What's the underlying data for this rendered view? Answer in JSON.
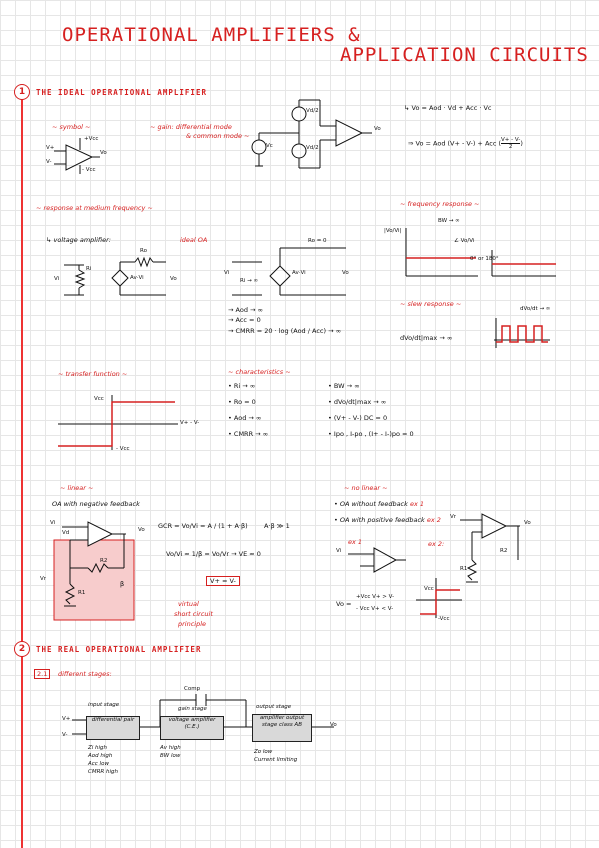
{
  "title": {
    "line1": "OPERATIONAL AMPLIFIERS &",
    "line2": "APPLICATION CIRCUITS"
  },
  "section1": {
    "num": "1",
    "title": "THE IDEAL OPERATIONAL AMPLIFIER"
  },
  "section2": {
    "num": "2",
    "title": "THE REAL OPERATIONAL AMPLIFIER"
  },
  "symbol": {
    "heading": "~ symbol ~",
    "vcc_pos": "+Vcc",
    "vcc_neg": "- Vcc",
    "vp": "V+",
    "vn": "V-",
    "vo": "Vo"
  },
  "gain": {
    "heading": "~ gain: differential mode",
    "heading2": "& common mode ~",
    "vd": "Vd/2",
    "vd2": "Vd/2",
    "vc": "Vc",
    "vo": "Vo",
    "eq1": "↳ Vo = Aod · Vd + Acc · Vc",
    "eq2": "⇒ Vo = Aod (V+ - V-) + Acc (",
    "eq2b": "V+ - V-",
    "eq2c": "2",
    "eq2d": ")"
  },
  "response": {
    "heading": "~ response at medium frequency ~",
    "va": "↳ voltage amplifier:",
    "ro": "Ro",
    "ri": "Ri",
    "avi": "Av·Vi",
    "vi": "Vi",
    "vo": "Vo",
    "ideal": "ideal OA",
    "ro0": "Ro = 0",
    "riinf": "Ri → ∞",
    "avi2": "Av·Vi",
    "vi2": "Vi",
    "vo2": "Vo",
    "l1": "→ Aod → ∞",
    "l2": "→ Acc = 0",
    "l3": "→ CMRR = 20 · log (Aod / Acc) → ∞"
  },
  "freq": {
    "heading": "~ frequency response ~",
    "bw": "BW → ∞",
    "mag": "|Vo/Vi|",
    "ang": "∠ Vo/Vi",
    "deg": "0° or 180°"
  },
  "slew": {
    "heading": "~ slew response ~",
    "dvdt": "dVo/dt → ∞",
    "eq": "dVo/dt|max → ∞"
  },
  "transfer": {
    "heading": "~ transfer function ~",
    "vcc": "Vcc",
    "mvcc": "- Vcc",
    "axis": "V+ - V-"
  },
  "chars": {
    "heading": "~ characteristics ~",
    "left": [
      "• Ri → ∞",
      "• Ro = 0",
      "• Aod → ∞",
      "• CMRR → ∞"
    ],
    "right": [
      "• BW → ∞",
      "• dVo/dt|max → ∞",
      "• (V+ - V-) DC = 0",
      "• Ipo , I-po , (I+ - I-)po = 0"
    ]
  },
  "linear": {
    "heading": "~ linear ~",
    "desc": "OA with negative feedback",
    "vi": "Vi",
    "vd": "Vd",
    "vo": "Vo",
    "vr": "Vr",
    "r2": "R2",
    "r1": "R1",
    "beta": "β",
    "geq": "GCR = Vo/Vi = A / (1 + A·β)",
    "cond": "A·β ≫ 1",
    "approx": "Vo/Vi ≃ 1/β = Vo/Vr → VE ≃ 0",
    "vvv": "V+ = V-",
    "note1": "virtual",
    "note2": "short circuit",
    "note3": "principle"
  },
  "nonlinear": {
    "heading": "~ no linear ~",
    "e1": "• OA without feedback",
    "e1t": "ex 1",
    "e2": "• OA with positive feedback",
    "e2t": "ex 2",
    "ex1": "ex 1",
    "ex2": "ex 2:",
    "vi": "Vi",
    "vo": "Vo",
    "vr": "Vr",
    "r2": "R2",
    "r1": "R1",
    "vcc": "Vcc",
    "mvcc": "-Vcc",
    "voeq": "Vo =",
    "c1": "+Vcc  V+ > V-",
    "c2": "- Vcc  V+ < V-"
  },
  "stages": {
    "sub": "2.1",
    "heading": "different stages:",
    "comp": "Comp",
    "s1": {
      "label": "input stage",
      "box": "differential pair",
      "notes": [
        "Zi high",
        "Aod high",
        "Acc low",
        "CMRR high"
      ]
    },
    "s2": {
      "label": "gain stage",
      "box": "voltage amplifier (C.E.)",
      "notes": [
        "Av high",
        "BW low"
      ]
    },
    "s3": {
      "label": "output stage",
      "box": "amplifier output stage class AB",
      "notes": [
        "Zo low",
        "Current limiting"
      ]
    },
    "vp": "V+",
    "vn": "V-",
    "vo": "Vo"
  }
}
